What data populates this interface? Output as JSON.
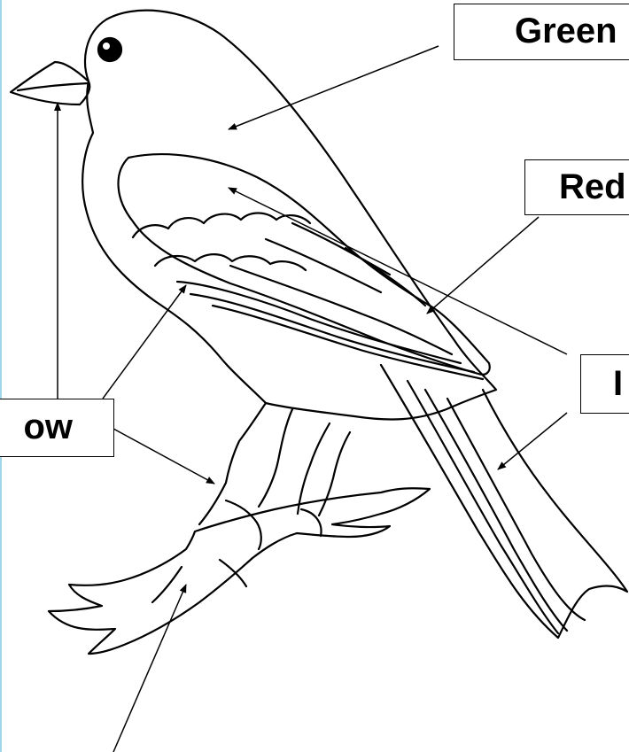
{
  "labels": {
    "green": "Green",
    "red": "Red",
    "yellow": "ow",
    "right_partial": "I"
  },
  "colors": {
    "line": "#000000",
    "background": "#ffffff",
    "left_edge": "#9fd6ea"
  }
}
